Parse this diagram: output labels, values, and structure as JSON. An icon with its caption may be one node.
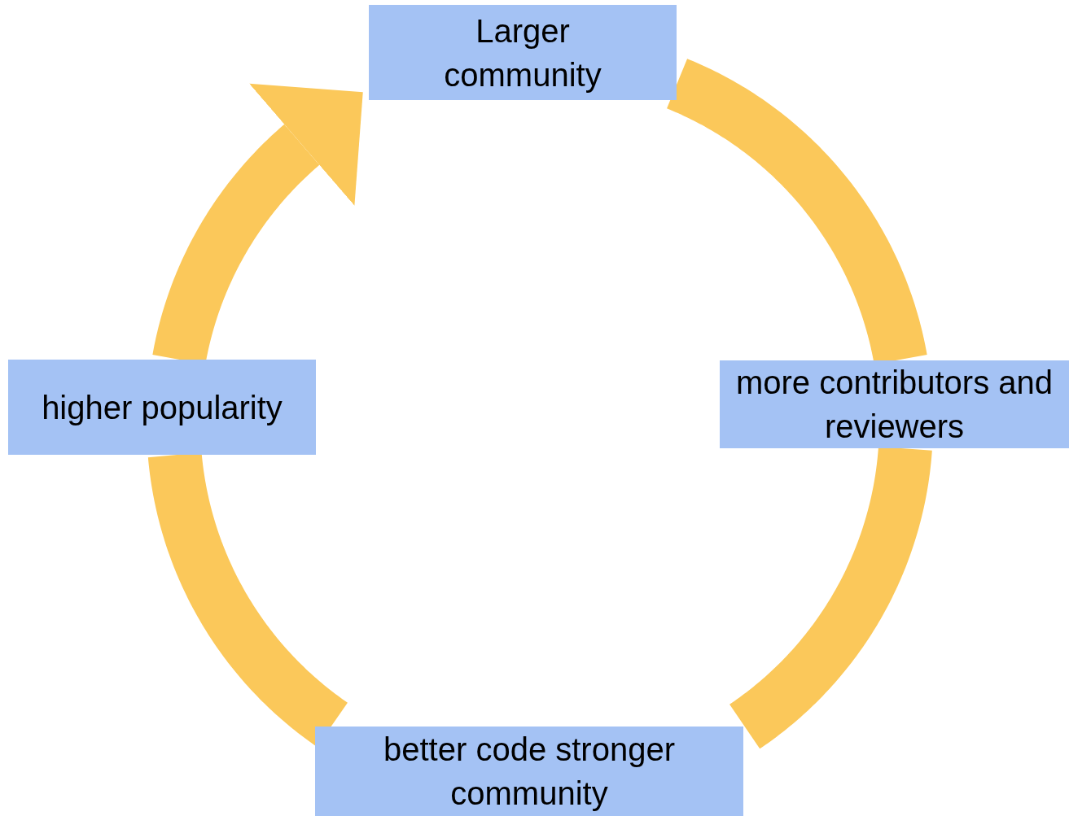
{
  "diagram": {
    "nodes": [
      {
        "text": [
          "Larger community"
        ]
      },
      {
        "text": [
          "more contributors and reviewers"
        ]
      },
      {
        "text": [
          "better code stronger community"
        ]
      },
      {
        "text": [
          "higher popularity"
        ]
      }
    ],
    "edges": [
      {
        "from": 0,
        "to": 1,
        "arrow": "none"
      },
      {
        "from": 1,
        "to": 2,
        "arrow": "none"
      },
      {
        "from": 2,
        "to": 3,
        "arrow": "none"
      },
      {
        "from": 3,
        "to": 0,
        "arrow": "to"
      }
    ]
  }
}
